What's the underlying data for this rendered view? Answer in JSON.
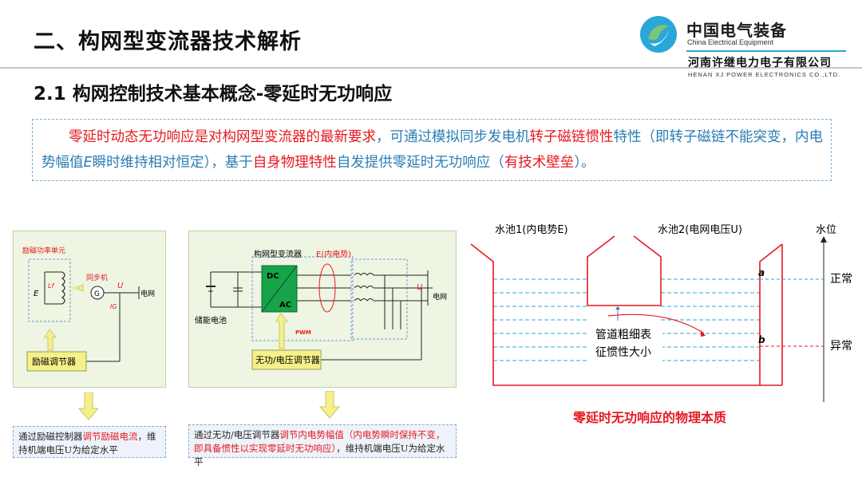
{
  "header": {
    "title": "二、构网型变流器技术解析",
    "subtitle": "2.1  构网控制技术基本概念-零延时无功响应"
  },
  "logo": {
    "brand_cn": "中国电气装备",
    "brand_en": "China Electrical Equipment",
    "company_cn": "河南许继电力电子有限公司",
    "company_en": "HENAN XJ POWER ELECTRONICS CO.,LTD."
  },
  "description": {
    "p1": "零延时动态无功响应是对构网型变流器的最新要求",
    "p2": "，可通过模拟同步发电机",
    "p3": "转子磁链惯性",
    "p4": "特性（即转子磁链不能突变，内电势幅值",
    "p5": "E",
    "p6": "瞬时维持相对恒定），基于",
    "p7": "自身物理特性",
    "p8": "自发提供零延时无功响应（",
    "p9": "有技术壁垒",
    "p10": "）。"
  },
  "left_diagram": {
    "unit_label": "励磁功率单元",
    "lf_label": "Lf",
    "e_label": "E",
    "gen_label": "同步机",
    "g_label": "G",
    "u_label": "U",
    "ig_label": "IG",
    "grid_label": "电网",
    "regulator": "励磁调节器"
  },
  "left_note": {
    "a": "通过励磁控制器",
    "b": "调节励磁电流",
    "c": "，维持机端电压U为给定水平"
  },
  "mid_diagram": {
    "converter_label": "构网型变流器",
    "emf_label": "E(内电势)",
    "dc": "DC",
    "ac": "AC",
    "battery": "储能电池",
    "pwm": "PWM",
    "u_label": "U",
    "grid_label": "电网",
    "regulator": "无功/电压调节器"
  },
  "mid_note": {
    "a": "通过无功/电压调节器",
    "b": "调节内电势幅值（内电势瞬时保持不变，即具备惯性以实现零延时无功响应）",
    "c": "，维持机端电压U为给定水平"
  },
  "tank": {
    "pool1": "水池1(内电势E)",
    "pool2": "水池2(电网电压U)",
    "level": "水位",
    "normal": "正常",
    "abnormal": "异常",
    "a": "a",
    "b": "b",
    "pipe1": "管道粗细表",
    "pipe2": "征惯性大小",
    "caption": "零延时无功响应的物理本质"
  },
  "colors": {
    "accent_blue": "#2a7db4",
    "accent_red": "#e6191f",
    "panel_green": "#eef5e3",
    "arrow_yellow": "#f5f08a"
  }
}
